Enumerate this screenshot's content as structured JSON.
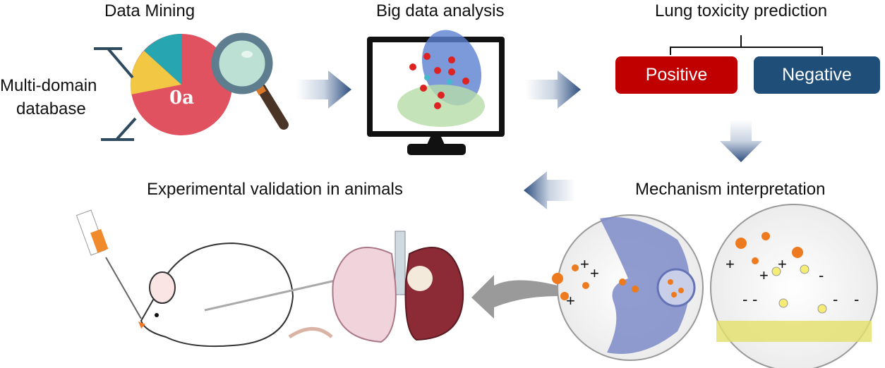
{
  "steps": {
    "data_mining": "Data Mining",
    "big_data": "Big data analysis",
    "prediction": "Lung toxicity prediction",
    "mechanism": "Mechanism interpretation",
    "validation": "Experimental validation in animals"
  },
  "database_label_line1": "Multi-domain",
  "database_label_line2": "database",
  "pie_logo_text": "0a",
  "outcomes": {
    "positive": "Positive",
    "negative": "Negative"
  },
  "colors": {
    "positive": "#c00000",
    "negative": "#1f4e79",
    "arrow": "#2f4f7f"
  },
  "charges": {
    "plus": "+",
    "minus": "-"
  }
}
